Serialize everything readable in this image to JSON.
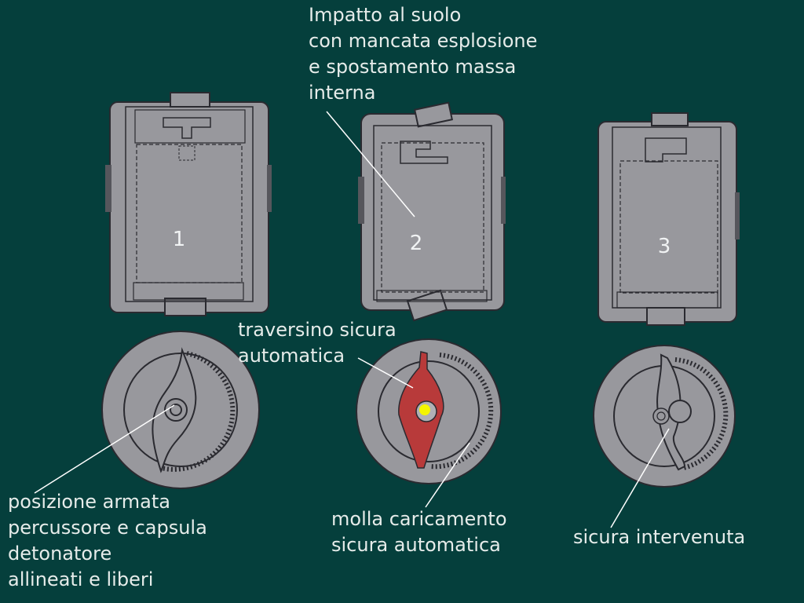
{
  "labels": {
    "impact": [
      "Impatto al suolo",
      "con mancata esplosione",
      "e spostamento massa",
      "interna"
    ],
    "traversino": [
      "traversino sicura",
      "automatica"
    ],
    "posizione": [
      "posizione armata",
      "percussore e capsula",
      "detonatore",
      "allineati e liberi"
    ],
    "molla": [
      "molla caricamento",
      "sicura automatica"
    ],
    "sicura": [
      "sicura intervenuta"
    ]
  },
  "numbers": [
    "1",
    "2",
    "3"
  ],
  "colors": {
    "background": "#053f3c",
    "device": "#98989d",
    "device_outline": "#2a2a30",
    "traversino": "#b83a3a",
    "highlight": "#f5f500",
    "text": "#e6ecea"
  }
}
